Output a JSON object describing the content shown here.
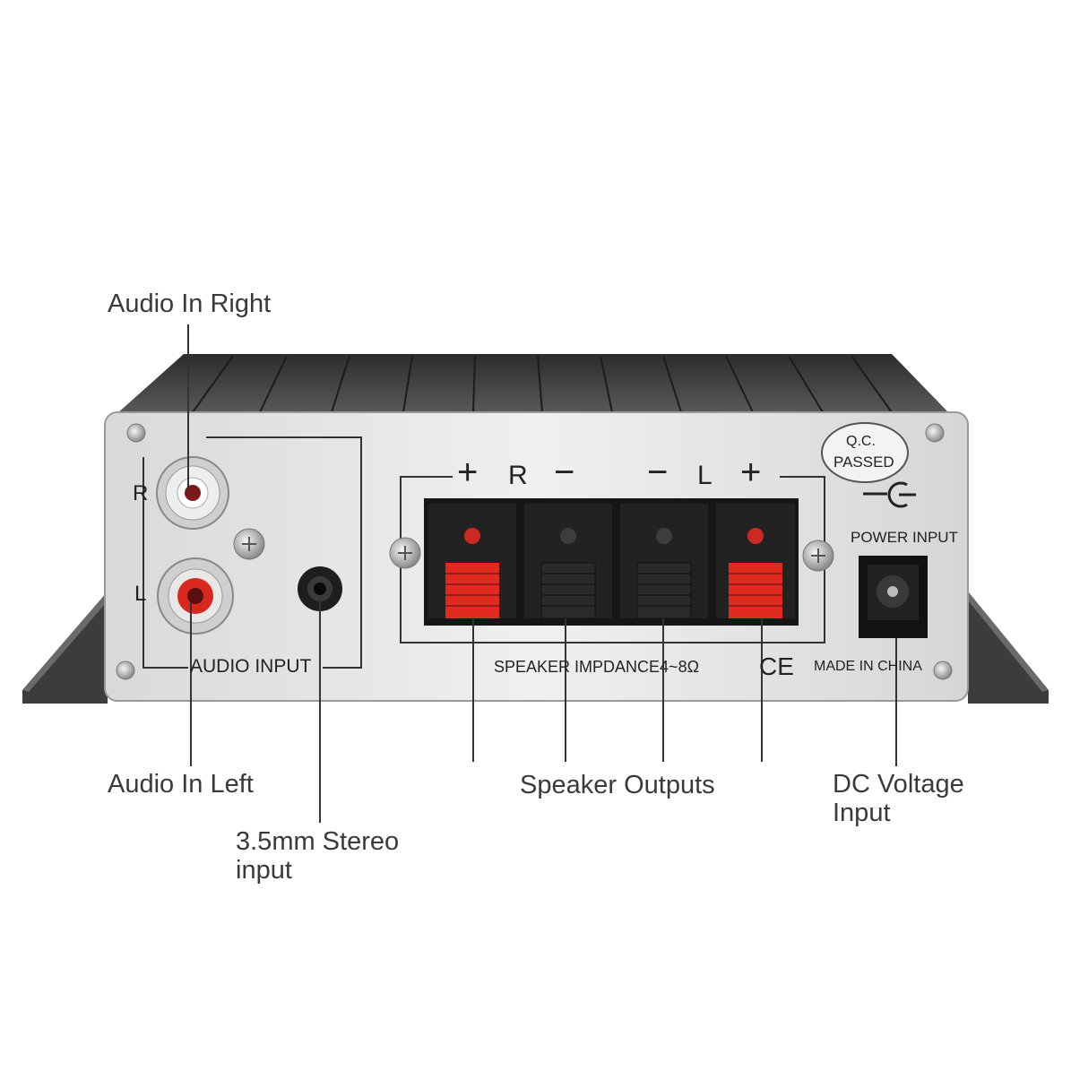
{
  "callouts": {
    "audio_in_right": "Audio In Right",
    "audio_in_left": "Audio In Left",
    "stereo_input_line1": "3.5mm Stereo",
    "stereo_input_line2": "input",
    "speaker_outputs": "Speaker Outputs",
    "dc_voltage_line1": "DC Voltage",
    "dc_voltage_line2": "Input"
  },
  "panel": {
    "rca_r_label": "R",
    "rca_l_label": "L",
    "audio_input_label": "AUDIO INPUT",
    "speaker_plus_r": "+",
    "speaker_r": "R",
    "speaker_minus_r": "−",
    "speaker_minus_l": "−",
    "speaker_l": "L",
    "speaker_plus_l": "+",
    "impedance_label": "SPEAKER IMPDANCE4~8Ω",
    "ce_mark": "CE",
    "made_in": "MADE IN CHINA",
    "qc_line1": "Q.C.",
    "qc_line2": "PASSED",
    "power_input_label": "POWER INPUT"
  },
  "colors": {
    "terminal_red": "#e0291f",
    "terminal_black": "#1a1a1a",
    "panel_silver": "#e6e6e6",
    "heatsink_dark": "#3a3a3a"
  }
}
